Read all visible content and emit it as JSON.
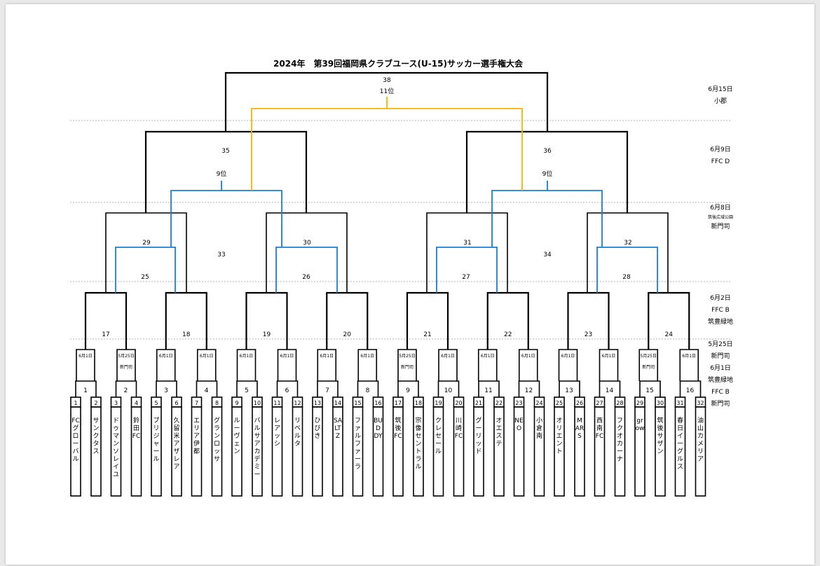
{
  "title": "2024年　第39回福岡県クラブユース(U-15)サッカー選手権大会",
  "colors": {
    "main": "#000000",
    "playoff_11": "#f7b500",
    "playoff_9": "#1a7fd4",
    "guide": "#999999"
  },
  "schedule": [
    {
      "lines": [
        "6月15日",
        "小郡"
      ]
    },
    {
      "lines": [
        "6月9日",
        "FFC D"
      ]
    },
    {
      "lines": [
        "6月8日",
        "筑後広域公園",
        "新門司"
      ]
    },
    {
      "lines": [
        "6月2日",
        "FFC B",
        "筑豊緑地"
      ]
    },
    {
      "lines": [
        "5月25日",
        "新門司",
        "6月1日",
        "筑豊緑地",
        "FFC B",
        "新門司"
      ]
    }
  ],
  "matches": {
    "final": "38",
    "place11": "11位",
    "semis": [
      "35",
      "36"
    ],
    "place9": [
      "9位",
      "9位"
    ],
    "quarters": [
      "29",
      "30",
      "31",
      "32"
    ],
    "consolation_left": [
      "25",
      "26",
      "27",
      "28"
    ],
    "classification": [
      "33",
      "34"
    ],
    "round2": [
      "17",
      "18",
      "19",
      "20",
      "21",
      "22",
      "23",
      "24"
    ],
    "round1": [
      "1",
      "2",
      "3",
      "4",
      "5",
      "6",
      "7",
      "8",
      "9",
      "10",
      "11",
      "12",
      "13",
      "14",
      "15",
      "16"
    ]
  },
  "match_dates": [
    [
      "6月1日",
      ""
    ],
    [
      "5月25日",
      "新門司"
    ],
    [
      "6月1日",
      ""
    ],
    [
      "6月1日",
      ""
    ],
    [
      "6月1日",
      ""
    ],
    [
      "6月1日",
      ""
    ],
    [
      "6月1日",
      ""
    ],
    [
      "6月1日",
      ""
    ],
    [
      "5月25日",
      "新門司"
    ],
    [
      "6月1日",
      ""
    ],
    [
      "6月1日",
      ""
    ],
    [
      "6月1日",
      ""
    ],
    [
      "6月1日",
      ""
    ],
    [
      "6月1日",
      ""
    ],
    [
      "5月25日",
      "新門司"
    ],
    [
      "6月1日",
      ""
    ]
  ],
  "teams": [
    {
      "no": "1",
      "name": "FCグローバル"
    },
    {
      "no": "2",
      "name": "サンクタス"
    },
    {
      "no": "3",
      "name": "ドゥマンソレイユ"
    },
    {
      "no": "4",
      "name": "鈴田FC"
    },
    {
      "no": "5",
      "name": "ブリジャール"
    },
    {
      "no": "6",
      "name": "久留米アザレア"
    },
    {
      "no": "7",
      "name": "エリア伊都"
    },
    {
      "no": "8",
      "name": "グランロッサ"
    },
    {
      "no": "9",
      "name": "ルーヴェン"
    },
    {
      "no": "10",
      "name": "バルサアカデミー"
    },
    {
      "no": "11",
      "name": "レアッシ"
    },
    {
      "no": "12",
      "name": "リベルタ"
    },
    {
      "no": "13",
      "name": "ひびき"
    },
    {
      "no": "14",
      "name": "SALTZ"
    },
    {
      "no": "15",
      "name": "ファルファーラ"
    },
    {
      "no": "16",
      "name": "BUDDY"
    },
    {
      "no": "17",
      "name": "筑後FC"
    },
    {
      "no": "18",
      "name": "宗像セントラル"
    },
    {
      "no": "19",
      "name": "クレセール"
    },
    {
      "no": "20",
      "name": "川崎FC"
    },
    {
      "no": "21",
      "name": "グーリッド"
    },
    {
      "no": "22",
      "name": "オエステ"
    },
    {
      "no": "23",
      "name": "NEO"
    },
    {
      "no": "24",
      "name": "小倉南"
    },
    {
      "no": "25",
      "name": "オリエント"
    },
    {
      "no": "26",
      "name": "MARS"
    },
    {
      "no": "27",
      "name": "西南FC"
    },
    {
      "no": "28",
      "name": "フクオカーナ"
    },
    {
      "no": "29",
      "name": "grow"
    },
    {
      "no": "30",
      "name": "筑後サザン"
    },
    {
      "no": "31",
      "name": "春日イーグルス"
    },
    {
      "no": "32",
      "name": "油山カメリア"
    }
  ]
}
